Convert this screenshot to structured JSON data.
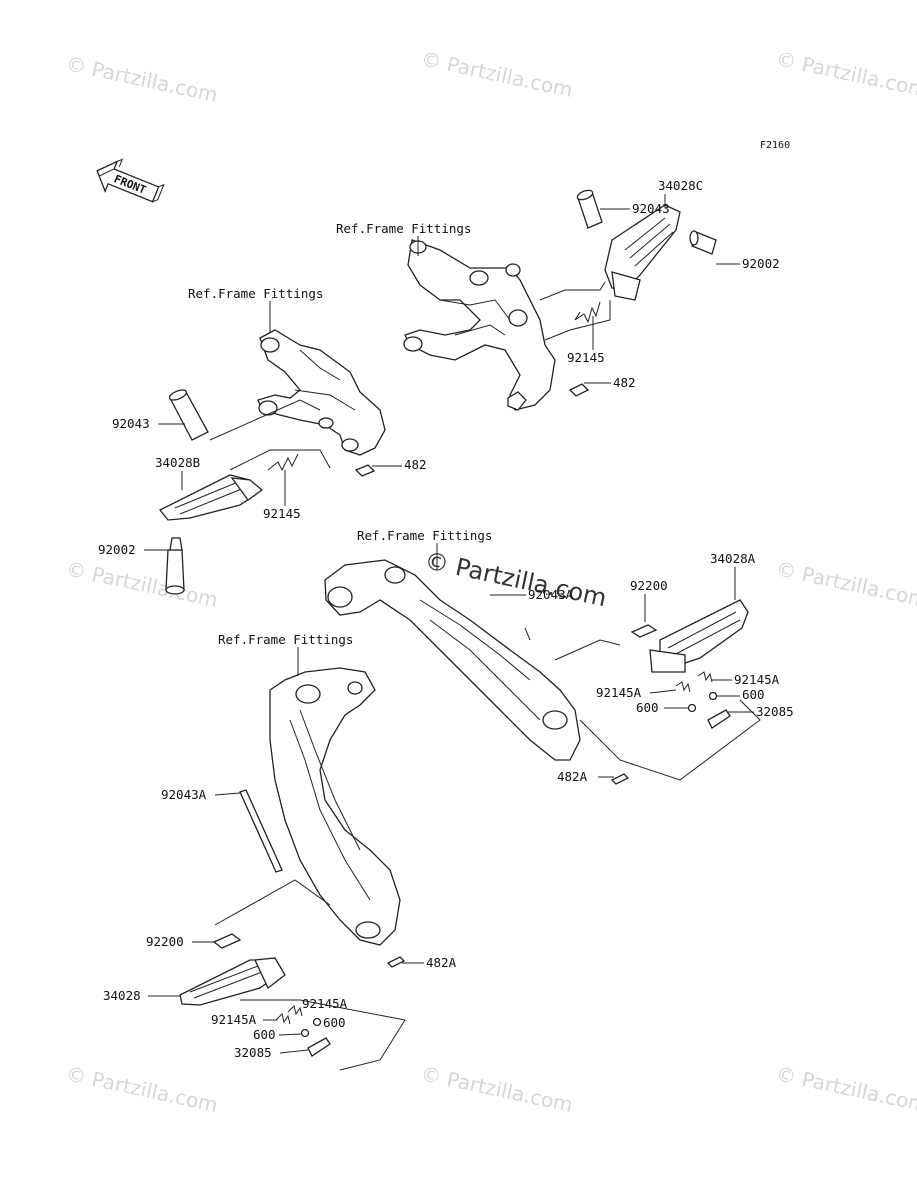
{
  "diagram": {
    "code": "F2160",
    "front_label": "FRONT",
    "refs": [
      "Ref.Frame Fittings",
      "Ref.Frame Fittings",
      "Ref.Frame Fittings",
      "Ref.Frame Fittings"
    ],
    "center_watermark": "© Partzilla.com",
    "watermark": "© Partzilla.com",
    "parts": {
      "p92043_r": "92043",
      "p34028C": "34028C",
      "p92002_r": "92002",
      "p92145_r": "92145",
      "p482_r": "482",
      "p92043_l": "92043",
      "p34028B": "34028B",
      "p92145_l": "92145",
      "p482_l": "482",
      "p92002_l": "92002",
      "p92043A_c": "92043A",
      "p92200_r": "92200",
      "p34028A": "34028A",
      "p92145A_r1": "92145A",
      "p92145A_r2": "92145A",
      "p600_r1": "600",
      "p600_r2": "600",
      "p32085_r": "32085",
      "p482A_r": "482A",
      "p92043A_l": "92043A",
      "p92200_l": "92200",
      "p34028": "34028",
      "p92145A_l1": "92145A",
      "p92145A_l2": "92145A",
      "p600_l1": "600",
      "p600_l2": "600",
      "p32085_l": "32085",
      "p482A_l": "482A"
    }
  }
}
